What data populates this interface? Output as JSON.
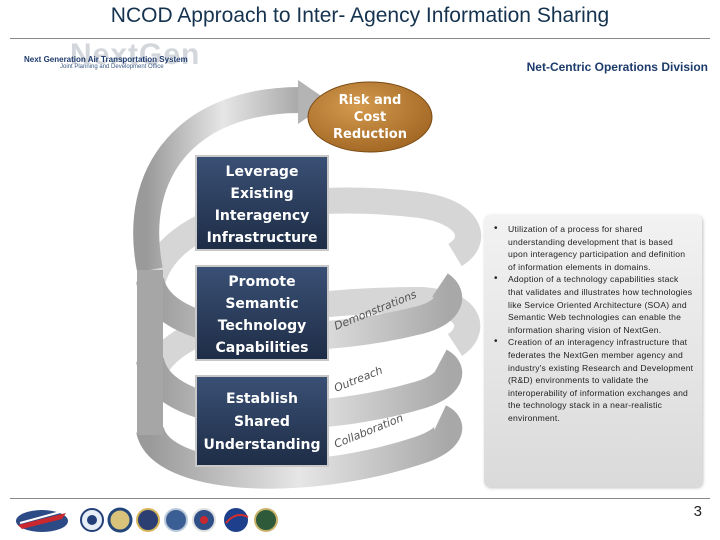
{
  "title": "NCOD Approach to Inter- Agency Information Sharing",
  "header": {
    "logo_ghost_text": "NextGen",
    "logo_line1": "Next Generation Air Transportation System",
    "logo_line2": "Joint Planning and Development Office",
    "division": "Net-Centric Operations Division"
  },
  "diagram": {
    "goal": [
      "Risk and",
      "Cost",
      "Reduction"
    ],
    "boxes": [
      {
        "lines": [
          "Leverage",
          "Existing",
          "Interagency",
          "Infrastructure"
        ]
      },
      {
        "lines": [
          "Promote",
          "Semantic",
          "Technology",
          "Capabilities"
        ]
      },
      {
        "lines": [
          "Establish",
          "Shared",
          "Understanding"
        ]
      }
    ],
    "arrow_labels": [
      "Demonstrations",
      "Outreach",
      "Collaboration"
    ]
  },
  "bullets": [
    "Utilization of a process for shared understanding development that is based upon interagency participation and definition of information elements in domains.",
    "Adoption of a technology capabilities stack that validates and illustrates how technologies like Service Oriented Architecture (SOA) and Semantic Web technologies can enable the information sharing vision of NextGen.",
    "Creation of an interagency infrastructure that federates the NextGen member agency and industry's existing Research and Development (R&D) environments to validate the interoperability of information exchanges and the technology stack in a near-realistic environment."
  ],
  "footer": {
    "page_number": "3",
    "seals": [
      "jpdo-logo",
      "dot-seal",
      "faa-seal",
      "dod-seal",
      "commerce-seal",
      "dhs-seal",
      "nasa-seal",
      "ostp-seal"
    ]
  },
  "colors": {
    "title": "#15334f",
    "goal_fill": "#b8782c",
    "box_fill": "#2b3d5c",
    "swirl": "#b8b8b8"
  }
}
